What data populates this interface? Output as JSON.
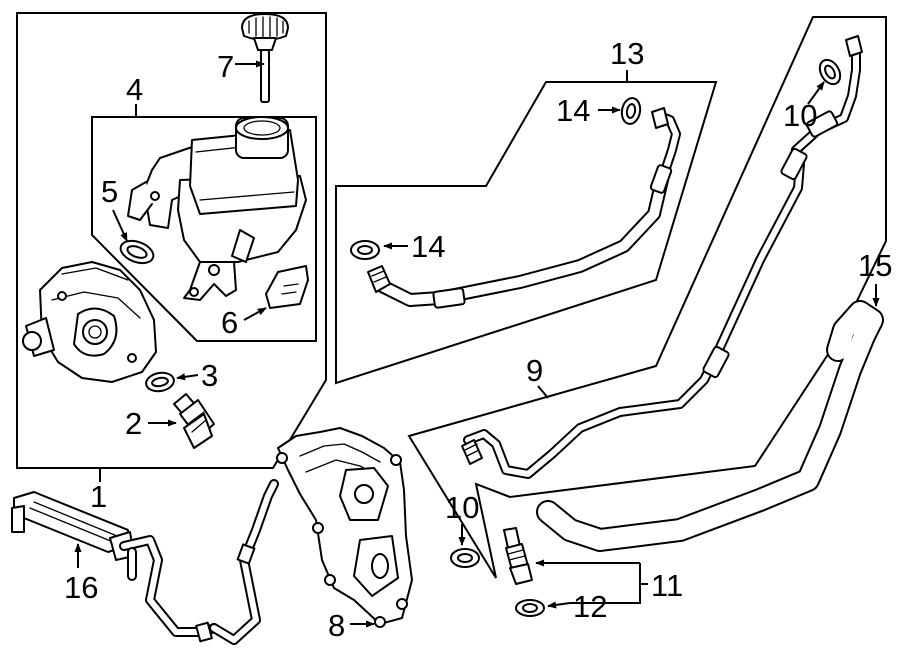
{
  "callouts": {
    "c1": "1",
    "c2": "2",
    "c3": "3",
    "c4": "4",
    "c5": "5",
    "c6": "6",
    "c7": "7",
    "c8": "8",
    "c9": "9",
    "c10a": "10",
    "c10b": "10",
    "c11": "11",
    "c12": "12",
    "c13": "13",
    "c14a": "14",
    "c14b": "14",
    "c15": "15",
    "c16": "16"
  }
}
